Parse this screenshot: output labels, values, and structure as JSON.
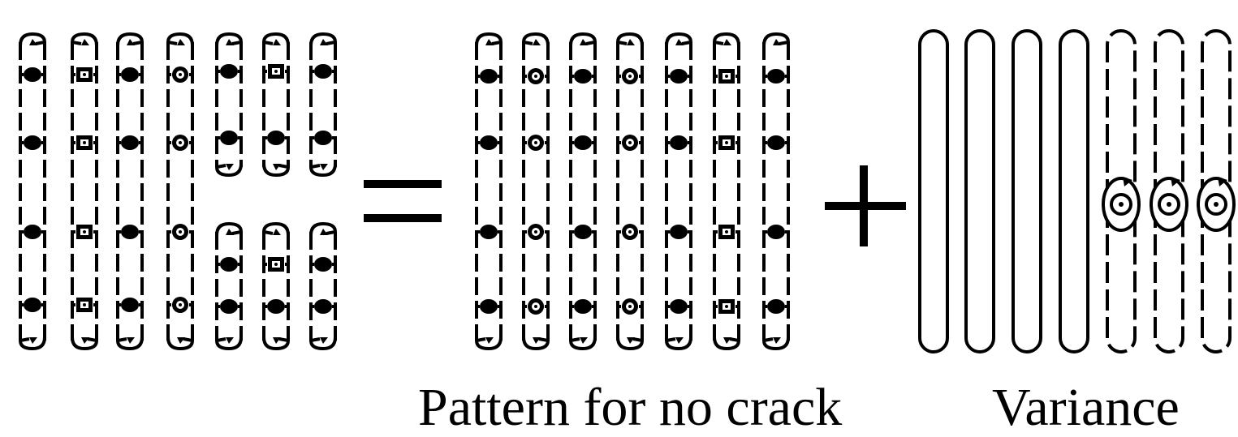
{
  "labels": {
    "pattern": "Pattern for no crack",
    "variance": "Variance"
  },
  "operators": {
    "equals": "=",
    "plus": "+"
  },
  "colors": {
    "ink": "#000000",
    "background": "#ffffff"
  },
  "panels": {
    "cracked_pattern": {
      "columns": 7,
      "split_columns": [
        4,
        5,
        6
      ]
    },
    "pattern_no_crack": {
      "columns": 7
    },
    "variance": {
      "columns": 7,
      "vortex_columns": [
        4,
        5,
        6
      ]
    }
  }
}
